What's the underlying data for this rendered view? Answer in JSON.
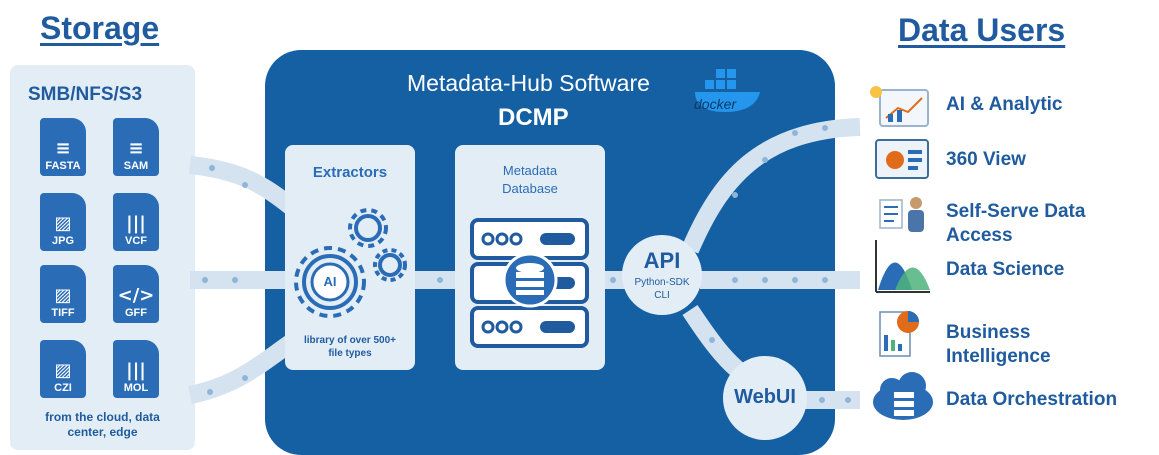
{
  "headings": {
    "storage": "Storage",
    "data_users": "Data Users"
  },
  "storage": {
    "protocols": "SMB/NFS/S3",
    "files": [
      {
        "ext": "FASTA",
        "glyph": "≡"
      },
      {
        "ext": "SAM",
        "glyph": "≡"
      },
      {
        "ext": "JPG",
        "glyph": "▨"
      },
      {
        "ext": "VCF",
        "glyph": "|||"
      },
      {
        "ext": "TIFF",
        "glyph": "▨"
      },
      {
        "ext": "GFF",
        "glyph": "</>"
      },
      {
        "ext": "CZI",
        "glyph": "▨"
      },
      {
        "ext": "MOL",
        "glyph": "|||"
      }
    ],
    "footer_line1": "from the cloud, data",
    "footer_line2": "center, edge"
  },
  "links": {
    "smb": "SMB",
    "nfs": "NFS",
    "s3": "S3"
  },
  "hub": {
    "title": "Metadata-Hub Software",
    "docker_label": "docker",
    "product": "DCMP",
    "extractors": {
      "title": "Extractors",
      "ai": "AI",
      "caption_line1": "library of over 500+",
      "caption_line2": "file types"
    },
    "database": {
      "title_line1": "Metadata",
      "title_line2": "Database"
    },
    "api": {
      "title": "API",
      "line1": "Python-SDK",
      "line2": "CLI"
    },
    "webui": "WebUI"
  },
  "users": [
    {
      "label_line1": "AI & Analytic",
      "label_line2": "",
      "icon": "chart-board-icon"
    },
    {
      "label_line1": "360 View",
      "label_line2": "",
      "icon": "dashboard-icon"
    },
    {
      "label_line1": "Self-Serve Data",
      "label_line2": "Access",
      "icon": "person-presenting-icon"
    },
    {
      "label_line1": "Data Science",
      "label_line2": "",
      "icon": "distribution-chart-icon"
    },
    {
      "label_line1": "Business",
      "label_line2": "Intelligence",
      "icon": "report-icon"
    },
    {
      "label_line1": "Data Orchestration",
      "label_line2": "",
      "icon": "cloud-server-icon"
    }
  ],
  "colors": {
    "accent": "#1f5b9e",
    "hub_bg": "#1460a3",
    "light_panel": "#e3edf6",
    "pipe": "#d5e3f0"
  }
}
